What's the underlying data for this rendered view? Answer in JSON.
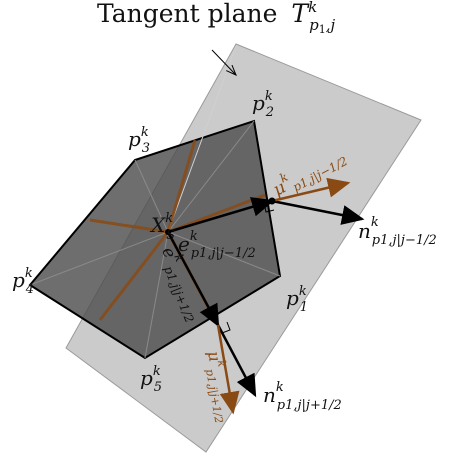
{
  "title": {
    "text": "Tangent plane",
    "symbol": "T",
    "sup": "k",
    "sub": "p",
    "sub_index": "1",
    "sub_tail": ",j"
  },
  "points": [
    {
      "name": "p",
      "sub": "1",
      "sup": "k"
    },
    {
      "name": "p",
      "sub": "2",
      "sup": "k"
    },
    {
      "name": "p",
      "sub": "3",
      "sup": "k"
    },
    {
      "name": "p",
      "sub": "4",
      "sup": "k"
    },
    {
      "name": "p",
      "sub": "5",
      "sup": "k"
    }
  ],
  "center": {
    "name": "X",
    "sub": "S",
    "sup": "k"
  },
  "vectors": {
    "n_upper": {
      "name": "n",
      "sup": "k",
      "sub": "p1,j|j−1/2"
    },
    "n_lower": {
      "name": "n",
      "sup": "k",
      "sub": "p1,j|j+1/2"
    },
    "e_upper": {
      "name": "e",
      "sup": "k",
      "sub": "p1,j|j−1/2"
    },
    "e_lower": {
      "name": "e",
      "sup": "k",
      "sub": "p1,j|j+1/2"
    },
    "mu_upper": {
      "name": "μ",
      "sup": "k",
      "sub": "p1,j|j−1/2"
    },
    "mu_lower": {
      "name": "μ",
      "sup": "k",
      "sub": "p1,j|j+1/2"
    }
  },
  "colors": {
    "plane": "#b9b9b9",
    "polygon": "#5f5f5f",
    "edge": "#000000",
    "brown": "#8a4a14"
  }
}
